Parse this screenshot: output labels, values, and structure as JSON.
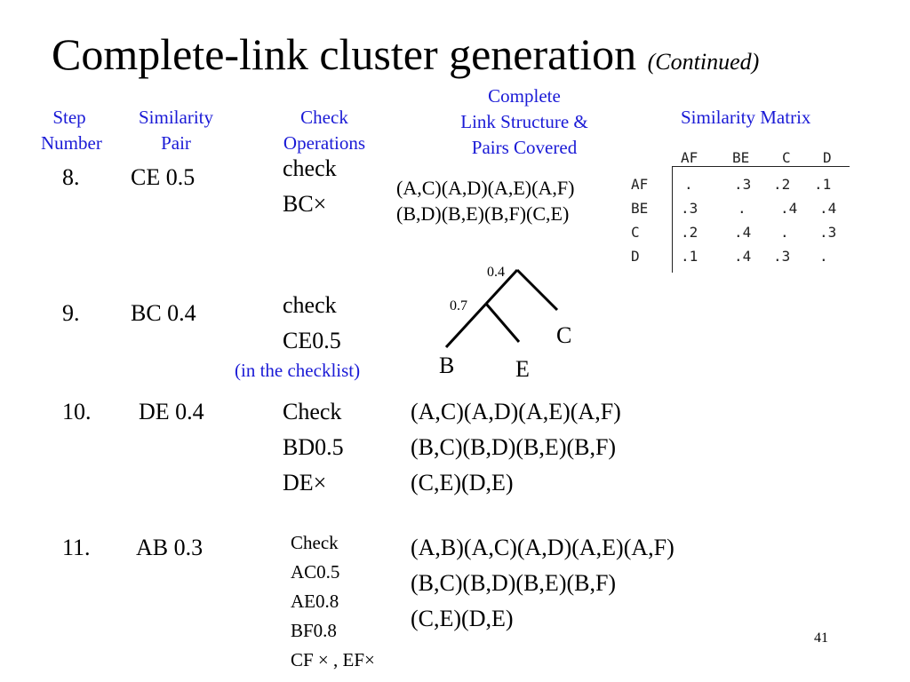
{
  "title": {
    "main": "Complete-link cluster generation",
    "continued": "(Continued)"
  },
  "headers": {
    "step": [
      "Step",
      "Number"
    ],
    "pair": [
      "Similarity",
      "Pair"
    ],
    "check": [
      "Check",
      "Operations"
    ],
    "structure": [
      "Complete",
      "Link Structure &",
      "Pairs Covered"
    ],
    "matrix": "Similarity Matrix"
  },
  "rows": [
    {
      "step": "8.",
      "pair": "CE 0.5",
      "check": [
        "check",
        "BC×"
      ],
      "pairs": [
        "(A,C)(A,D)(A,E)(A,F)",
        "(B,D)(B,E)(B,F)(C,E)"
      ]
    },
    {
      "step": "9.",
      "pair": "BC 0.4",
      "check": [
        "check",
        "CE0.5"
      ],
      "note": "(in the checklist)"
    },
    {
      "step": "10.",
      "pair": "DE 0.4",
      "check": [
        "Check",
        "BD0.5",
        "DE×"
      ],
      "pairs": [
        "(A,C)(A,D)(A,E)(A,F)",
        "(B,C)(B,D)(B,E)(B,F)",
        "(C,E)(D,E)"
      ]
    },
    {
      "step": "11.",
      "pair": "AB 0.3",
      "check": [
        "Check",
        "AC0.5",
        "AE0.8",
        "BF0.8",
        "CF × , EF×"
      ],
      "pairs": [
        "(A,B)(A,C)(A,D)(A,E)(A,F)",
        "(B,C)(B,D)(B,E)(B,F)",
        "(C,E)(D,E)"
      ]
    }
  ],
  "matrix": {
    "columns": [
      "AF",
      "BE",
      "C",
      "D"
    ],
    "rows": [
      {
        "label": "AF",
        "values": [
          ".",
          ".3",
          ".2",
          ".1"
        ]
      },
      {
        "label": "BE",
        "values": [
          ".3",
          ".",
          ".4",
          ".4"
        ]
      },
      {
        "label": "C",
        "values": [
          ".2",
          ".4",
          ".",
          ".3"
        ]
      },
      {
        "label": "D",
        "values": [
          ".1",
          ".4",
          ".3",
          "."
        ]
      }
    ]
  },
  "dendrogram": {
    "levels": [
      "0.4",
      "0.7"
    ],
    "leaves": [
      "B",
      "E",
      "C"
    ]
  },
  "page_number": "41"
}
